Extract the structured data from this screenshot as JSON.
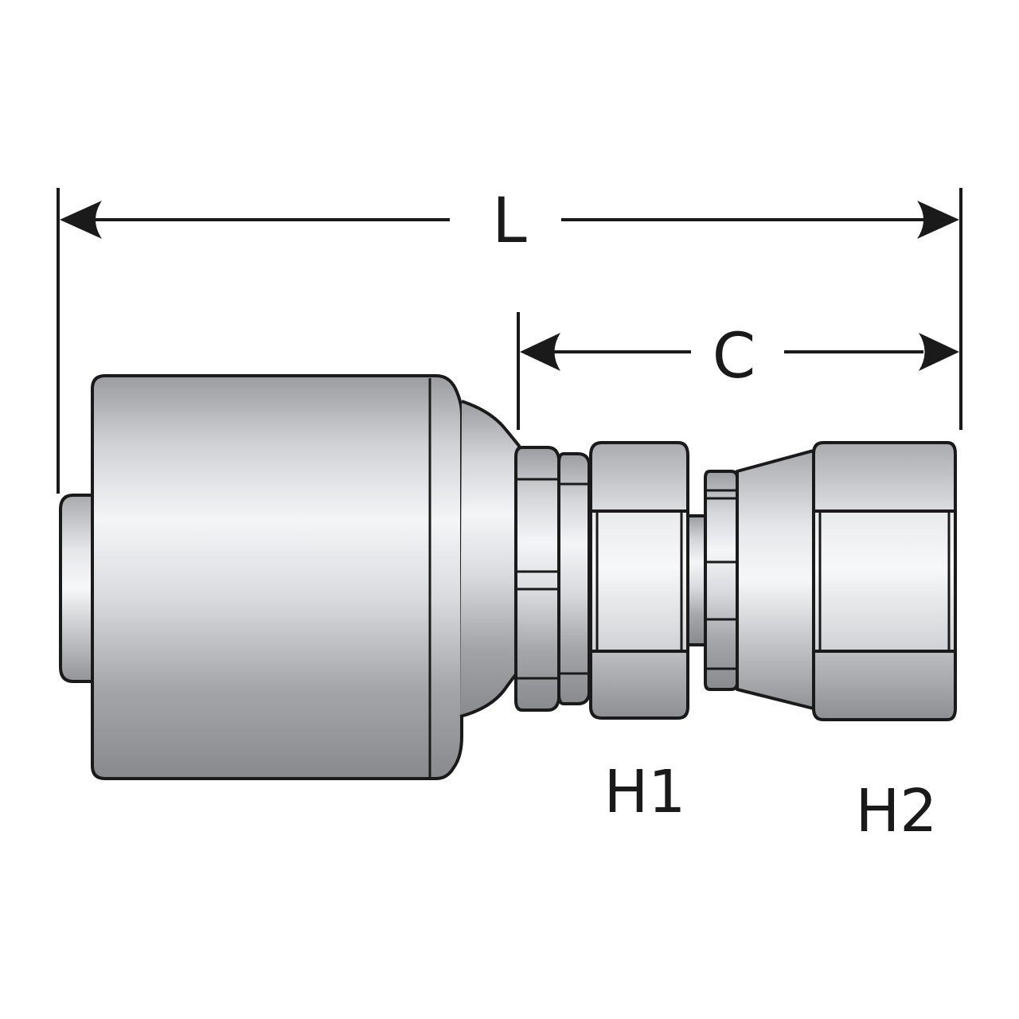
{
  "labels": {
    "overall_length": "L",
    "c_dimension": "C",
    "hex_1": "H1",
    "hex_2": "H2"
  },
  "colors": {
    "outline": "#1a1a1a",
    "metal_dark": "#8c8e92",
    "metal_mid": "#c4c6ca",
    "metal_light": "#f3f4f6",
    "background": "#ffffff"
  }
}
